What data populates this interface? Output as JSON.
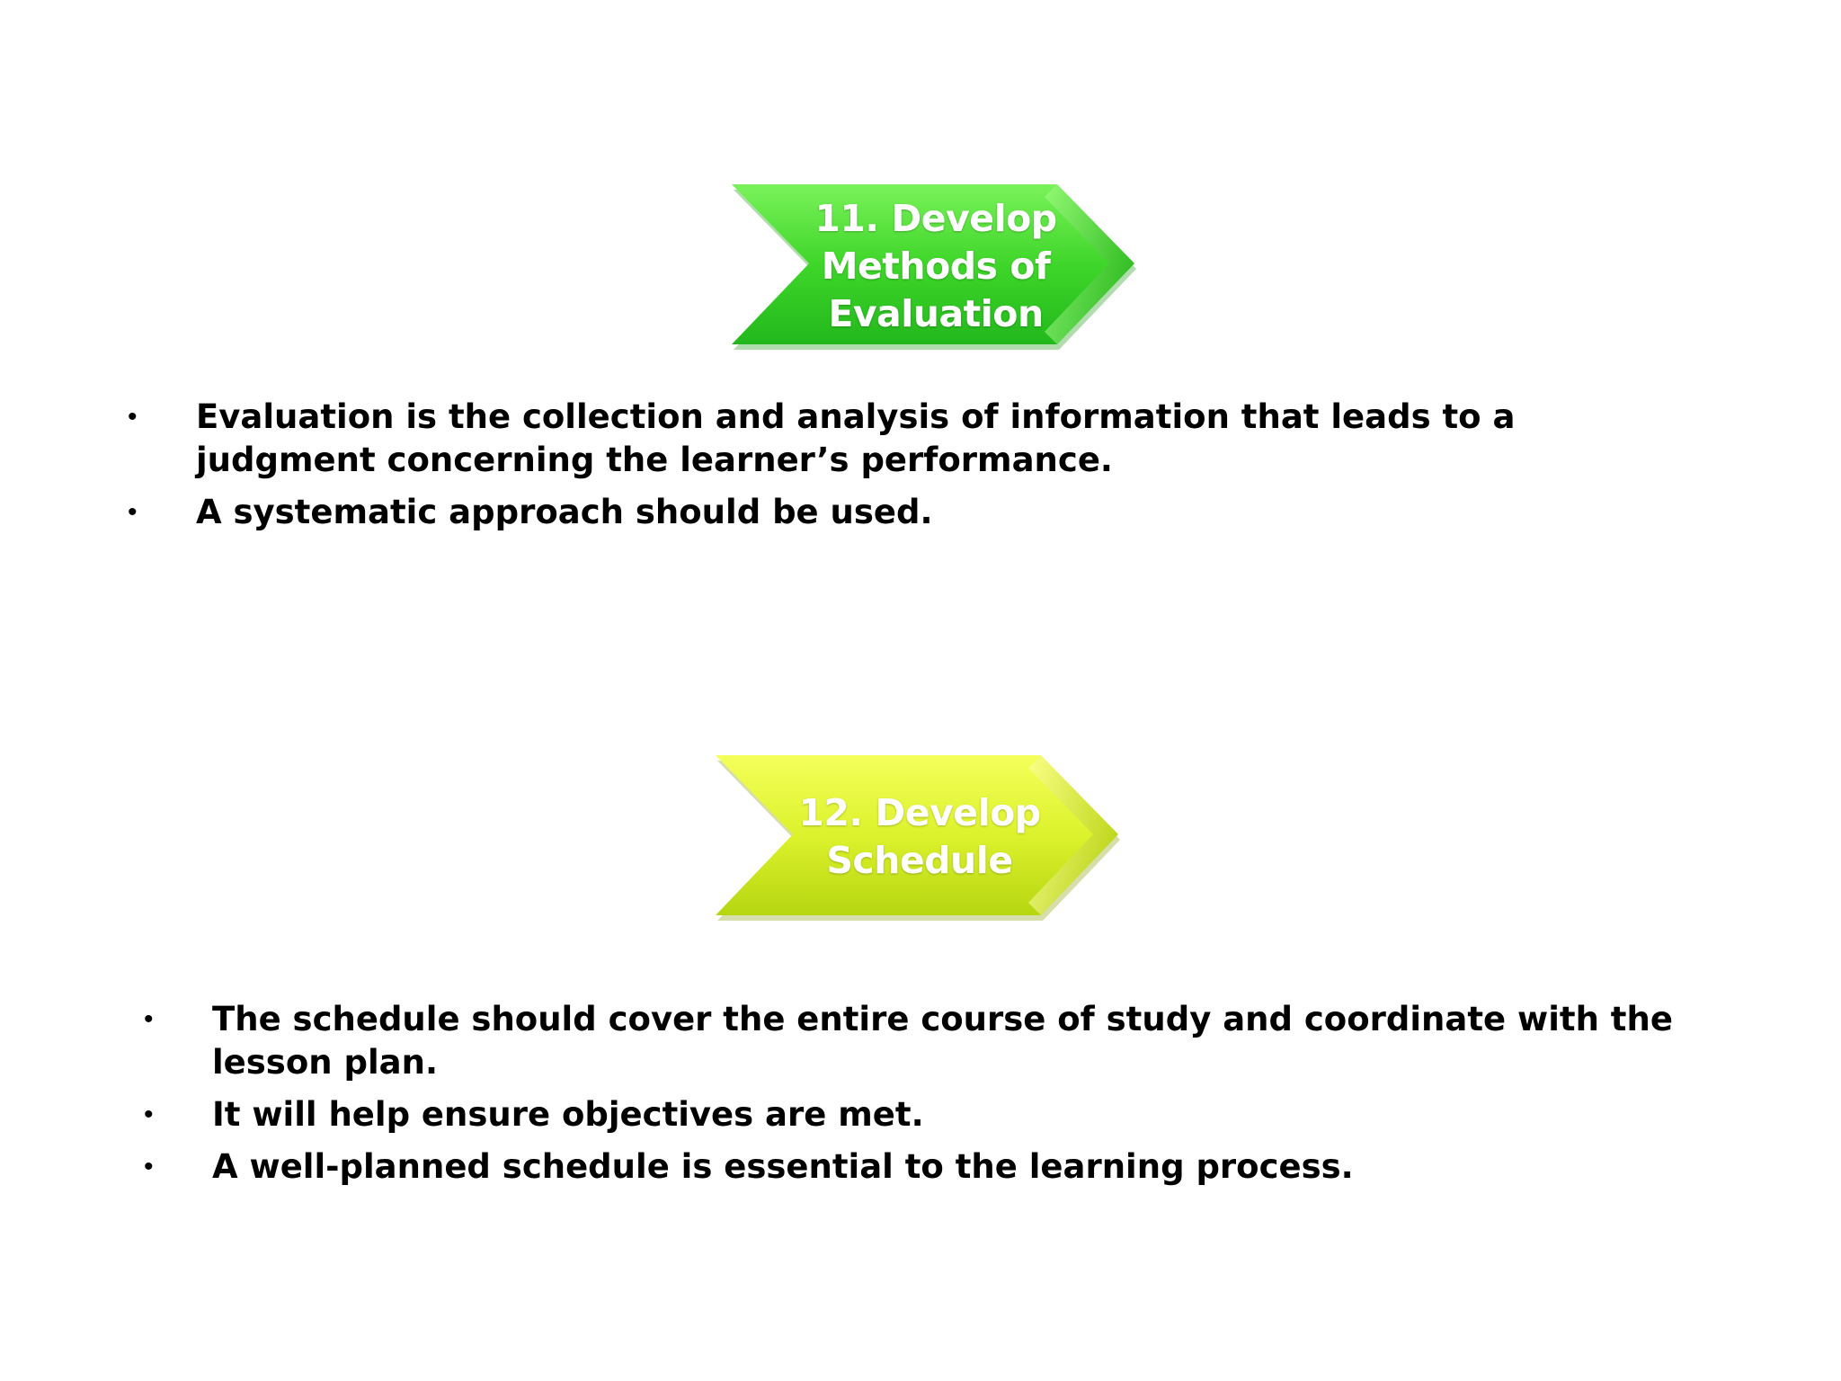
{
  "slide": {
    "chevron_1": {
      "lines": [
        "11. Develop",
        "Methods of",
        "Evaluation"
      ],
      "color_top": "#66ee44",
      "color_bottom": "#22bb22"
    },
    "bullets_1": [
      "Evaluation is the collection and analysis of information that leads to a judgment concerning the learner’s performance.",
      "A systematic approach should be used."
    ],
    "chevron_2": {
      "lines": [
        "12. Develop",
        "Schedule"
      ],
      "color_top": "#eeff44",
      "color_bottom": "#bbdd11"
    },
    "bullets_2": [
      "The schedule should cover the entire course of study and coordinate with the lesson plan.",
      "It will help ensure objectives are met.",
      "A well-planned schedule is essential to the learning process."
    ],
    "bullet_glyph": "•"
  }
}
